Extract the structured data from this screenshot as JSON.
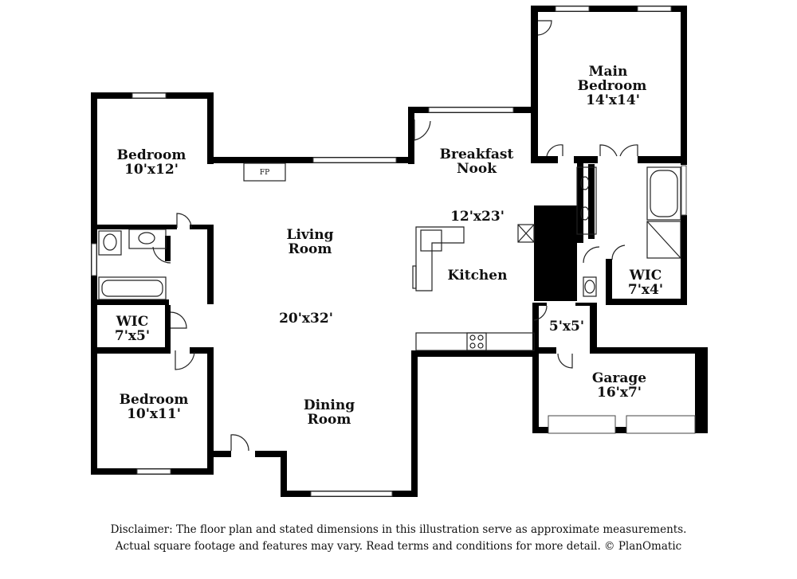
{
  "rooms": {
    "main_bedroom": {
      "name_line1": "Main",
      "name_line2": "Bedroom",
      "size": "14'x14'"
    },
    "bedroom_1": {
      "name": "Bedroom",
      "size": "10'x12'"
    },
    "bedroom_2": {
      "name": "Bedroom",
      "size": "10'x11'"
    },
    "breakfast_nook": {
      "name_line1": "Breakfast",
      "name_line2": "Nook"
    },
    "kitchen_size": "12'x23'",
    "kitchen": "Kitchen",
    "living_room": {
      "name_line1": "Living",
      "name_line2": "Room"
    },
    "living_dining_size": "20'x32'",
    "dining_room": {
      "name_line1": "Dining",
      "name_line2": "Room"
    },
    "wic_1": {
      "name": "WIC",
      "size": "7'x5'"
    },
    "wic_2": {
      "name": "WIC",
      "size": "7'x4'"
    },
    "laundry_size": "5'x5'",
    "garage": {
      "name": "Garage",
      "size": "16'x7'"
    },
    "fireplace": "FP"
  },
  "disclaimer": {
    "line1": "Disclaimer: The floor plan and stated dimensions in this illustration serve as approximate measurements.",
    "line2": "Actual square footage and features may vary. Read terms and conditions for more detail. © PlanOmatic"
  }
}
